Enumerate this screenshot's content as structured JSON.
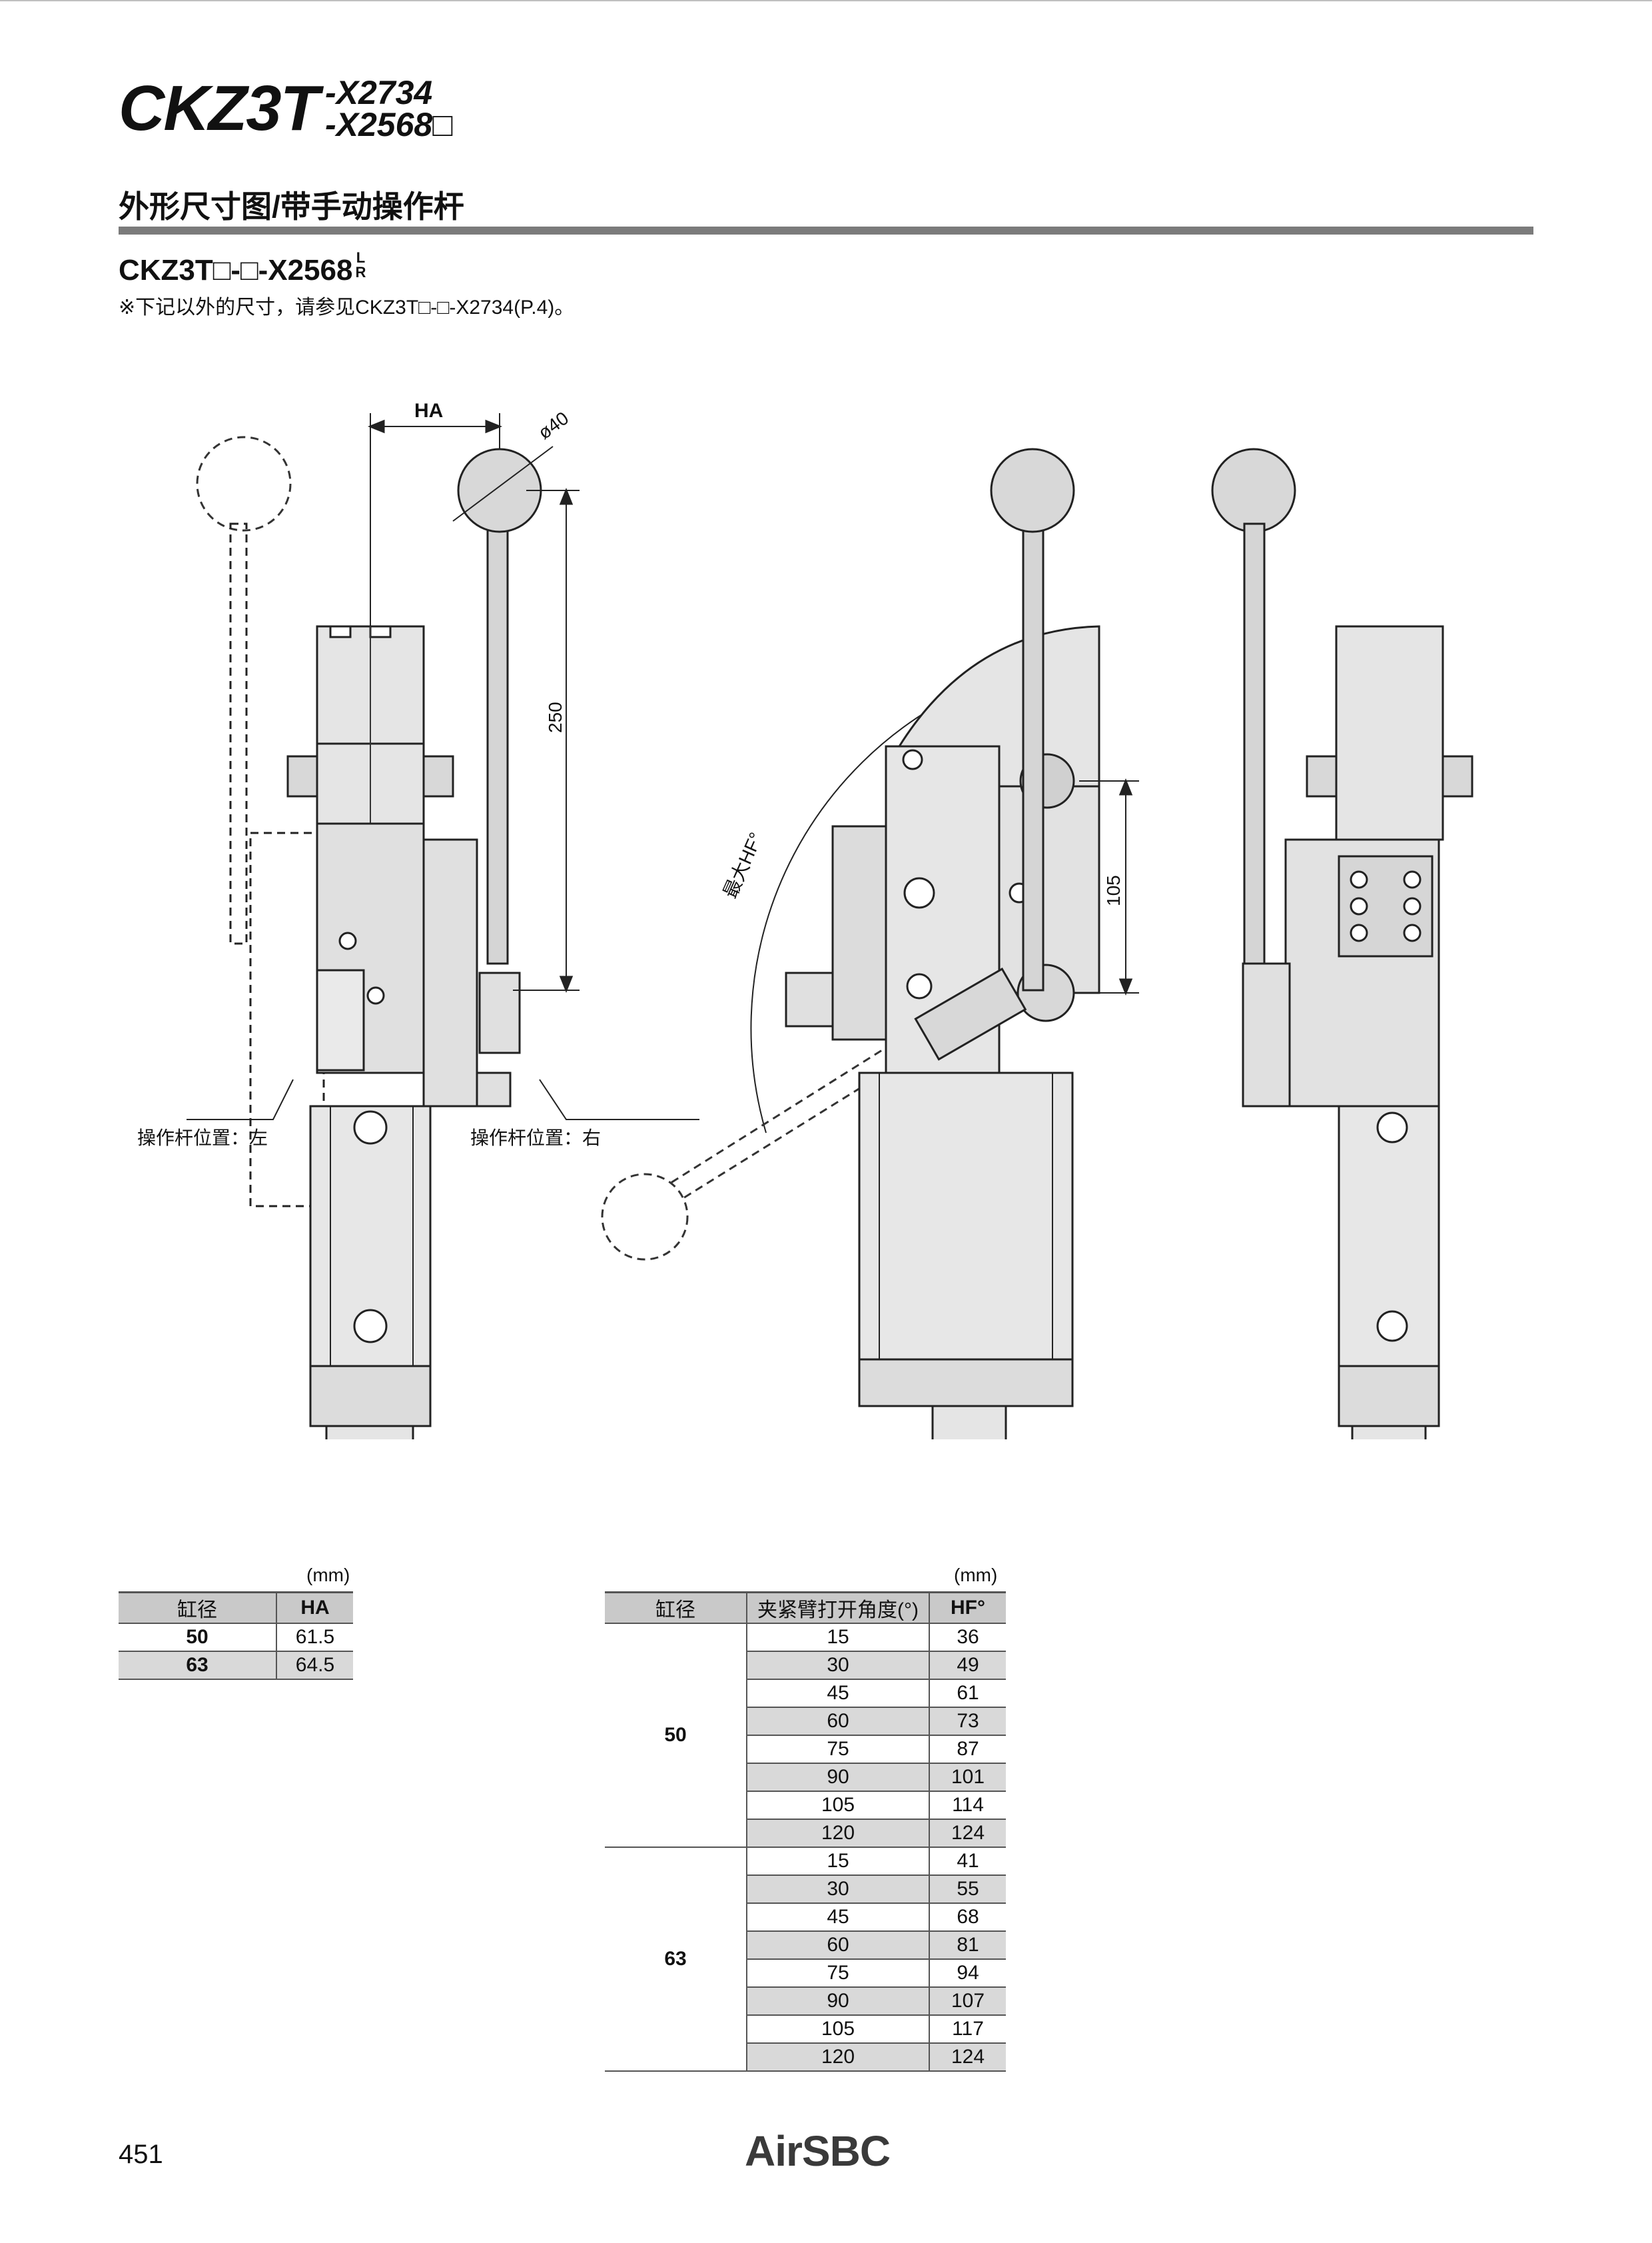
{
  "title": {
    "main": "CKZ3T",
    "suffix1": "-X2734",
    "suffix2": "-X2568□"
  },
  "section_title": "外形尺寸图/带手动操作杆",
  "model": {
    "code": "CKZ3T□-□-X2568",
    "lr_top": "L",
    "lr_bottom": "R"
  },
  "note": "※下记以外的尺寸，请参见CKZ3T□-□-X2734(P.4)。",
  "drawing": {
    "dim_ha": "HA",
    "dim_dia": "ø40",
    "dim_250": "250",
    "dim_105": "105",
    "dim_hf": "最大HF°",
    "label_left": "操作杆位置：左",
    "label_right": "操作杆位置：右"
  },
  "table_ha": {
    "unit": "(mm)",
    "headers": [
      "缸径",
      "HA"
    ],
    "rows": [
      [
        "50",
        "61.5"
      ],
      [
        "63",
        "64.5"
      ]
    ]
  },
  "table_hf": {
    "unit": "(mm)",
    "headers": [
      "缸径",
      "夹紧臂打开角度(°)",
      "HF°"
    ],
    "groups": [
      {
        "bore": "50",
        "rows": [
          [
            "15",
            "36"
          ],
          [
            "30",
            "49"
          ],
          [
            "45",
            "61"
          ],
          [
            "60",
            "73"
          ],
          [
            "75",
            "87"
          ],
          [
            "90",
            "101"
          ],
          [
            "105",
            "114"
          ],
          [
            "120",
            "124"
          ]
        ]
      },
      {
        "bore": "63",
        "rows": [
          [
            "15",
            "41"
          ],
          [
            "30",
            "55"
          ],
          [
            "45",
            "68"
          ],
          [
            "60",
            "81"
          ],
          [
            "75",
            "94"
          ],
          [
            "90",
            "107"
          ],
          [
            "105",
            "117"
          ],
          [
            "120",
            "124"
          ]
        ]
      }
    ]
  },
  "footer": {
    "page": "451",
    "brand": "AirSBC"
  }
}
